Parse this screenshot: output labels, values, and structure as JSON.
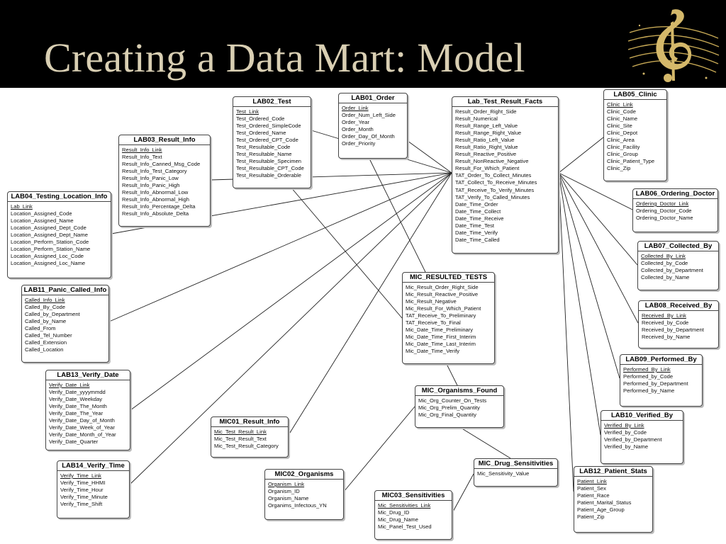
{
  "slide": {
    "title": "Creating a Data Mart: Model",
    "logo_icon": "treble-clef-snake-icon"
  },
  "colors": {
    "header_bg": "#000000",
    "title": "#d9cfb3",
    "logo": "#c7a955",
    "line": "#222222"
  },
  "tables": [
    {
      "id": "lab02",
      "name": "LAB02_Test",
      "fields": [
        "Test_Link",
        "Test_Ordered_Code",
        "Test_Ordered_SimpleCode",
        "Test_Ordered_Name",
        "Test_Ordered_CPT_Code",
        "Test_Resultable_Code",
        "Test_Resultable_Name",
        "Test_Resultable_Specimen",
        "Test_Resultable_CPT_Code",
        "Test_Resultable_Orderable"
      ]
    },
    {
      "id": "lab01",
      "name": "LAB01_Order",
      "fields": [
        "Order_Link",
        "Order_Num_Left_Side",
        "Order_Year",
        "Order_Month",
        "Order_Day_Of_Month",
        "Order_Priority"
      ]
    },
    {
      "id": "facts",
      "name": "Lab_Test_Result_Facts",
      "fields": [
        "Result_Order_Right_Side",
        "Result_Numerical",
        "Result_Range_Left_Value",
        "Result_Range_Right_Value",
        "Result_Ratio_Left_Value",
        "Result_Ratio_Right_Value",
        "Result_Reactive_Positive",
        "Result_NonReactive_Negative",
        "Result_For_Which_Patient",
        "TAT_Order_To_Collect_Minutes",
        "TAT_Collect_To_Receive_Minutes",
        "TAT_Receive_To_Verify_Minutes",
        "TAT_Verify_To_Called_Minutes",
        "Date_Time_Order",
        "Date_Time_Collect",
        "Date_Time_Receive",
        "Date_Time_Test",
        "Date_Time_Verify",
        "Date_Time_Called"
      ]
    },
    {
      "id": "lab05",
      "name": "LAB05_Clinic",
      "fields": [
        "Clinic_Link",
        "Clinic_Code",
        "Clinic_Name",
        "Clinic_Site",
        "Clinic_Depot",
        "Clinic_Area",
        "Clinic_Facility",
        "Clinic_Group",
        "Clinic_Patient_Type",
        "Clinic_Zip"
      ]
    },
    {
      "id": "lab03",
      "name": "LAB03_Result_Info",
      "fields": [
        "Result_Info_Link",
        "Result_Info_Text",
        "Result_Info_Canned_Msg_Code",
        "Result_Info_Test_Category",
        "Result_Info_Panic_Low",
        "Result_Info_Panic_High",
        "Result_Info_Abnormal_Low",
        "Result_Info_Abnormal_High",
        "Result_Info_Percentage_Delta",
        "Result_Info_Absolute_Delta"
      ]
    },
    {
      "id": "lab04",
      "name": "LAB04_Testing_Location_Info",
      "fields": [
        "Lab_Link",
        "Location_Assigned_Code",
        "Location_Assigned_Name",
        "Location_Assigned_Dept_Code",
        "Location_Assigned_Dept_Name",
        "Location_Perform_Station_Code",
        "Location_Perform_Station_Name",
        "Location_Assigned_Loc_Code",
        "Location_Assigned_Loc_Name"
      ]
    },
    {
      "id": "lab06",
      "name": "LAB06_Ordering_Doctor",
      "fields": [
        "Ordering_Doctor_Link",
        "Ordering_Doctor_Code",
        "Ordering_Doctor_Name"
      ]
    },
    {
      "id": "lab07",
      "name": "LAB07_Collected_By",
      "fields": [
        "Collected_By_Link",
        "Collected_by_Code",
        "Collected_by_Department",
        "Collected_by_Name"
      ]
    },
    {
      "id": "mic_results",
      "name": "MIC_RESULTED_TESTS",
      "fields": [
        "Mic_Result_Order_Right_Side",
        "Mic_Result_Reactive_Positive",
        "Mic_Result_Negative",
        "Mic_Result_For_Which_Patient",
        "TAT_Receive_To_Preliminary",
        "TAT_Receive_To_Final",
        "Mic_Date_Time_Preliminary",
        "Mic_Date_Time_First_Interim",
        "Mic_Date_Time_Last_Interim",
        "Mic_Date_Time_Verify"
      ]
    },
    {
      "id": "lab11",
      "name": "LAB11_Panic_Called_Info",
      "fields": [
        "Called_Info_Link",
        "Called_By_Code",
        "Called_by_Department",
        "Called_by_Name",
        "Called_From",
        "Called_Tel_Number",
        "Called_Extension",
        "Called_Location"
      ]
    },
    {
      "id": "lab08",
      "name": "LAB08_Received_By",
      "fields": [
        "Received_By_Link",
        "Received_by_Code",
        "Received_by_Department",
        "Received_by_Name"
      ]
    },
    {
      "id": "lab09",
      "name": "LAB09_Performed_By",
      "fields": [
        "Performed_By_Link",
        "Performed_by_Code",
        "Performed_by_Department",
        "Performed_by_Name"
      ]
    },
    {
      "id": "lab13",
      "name": "LAB13_Verify_Date",
      "fields": [
        "Verify_Date_Link",
        "Verify_Date_yyyymmdd",
        "Verify_Date_Weekday",
        "Verify_Date_The_Month",
        "Verify_Date_The_Year",
        "Verify_Date_Day_of_Month",
        "Verify_Date_Week_of_Year",
        "Verify_Date_Month_of_Year",
        "Verify_Date_Quarter"
      ]
    },
    {
      "id": "mic_org_found",
      "name": "MIC_Organisms_Found",
      "fields": [
        "Mic_Org_Counter_On_Tests",
        "Mic_Org_Prelim_Quantity",
        "Mic_Org_Final_Quantity"
      ]
    },
    {
      "id": "mic01",
      "name": "MIC01_Result_Info",
      "fields": [
        "Mic_Test_Result_Link",
        "Mic_Test_Result_Text",
        "Mic_Test_Result_Category"
      ]
    },
    {
      "id": "lab10",
      "name": "LAB10_Verified_By",
      "fields": [
        "Verified_By_Link",
        "Verified_by_Code",
        "Verified_by_Department",
        "Verified_by_Name"
      ]
    },
    {
      "id": "lab14",
      "name": "LAB14_Verify_Time",
      "fields": [
        "Verify_Time_Link",
        "Verify_Time_HHMI",
        "Verify_Time_Hour",
        "Verify_Time_Minute",
        "Verify_Time_Shift"
      ]
    },
    {
      "id": "mic02",
      "name": "MIC02_Organisms",
      "fields": [
        "Organism_Link",
        "Organism_ID",
        "Organism_Name",
        "Organims_Infectous_YN"
      ]
    },
    {
      "id": "mic_drug",
      "name": "MIC_Drug_Sensitivities",
      "fields": [
        "Mic_Sensitivity_Value"
      ]
    },
    {
      "id": "lab12",
      "name": "LAB12_Patient_Stats",
      "fields": [
        "Patient_Link",
        "Patient_Sex",
        "Patient_Race",
        "Patient_Marital_Status",
        "Patient_Age_Group",
        "Patient_Zip"
      ]
    },
    {
      "id": "mic03",
      "name": "MIC03_Sensitivities",
      "fields": [
        "Mic_Sensitivities_Link",
        "Mic_Drug_ID",
        "Mic_Drug_Name",
        "Mic_Panel_Test_Used"
      ]
    }
  ],
  "relationships": [
    [
      "facts",
      "lab05"
    ],
    [
      "facts",
      "lab06"
    ],
    [
      "facts",
      "lab07"
    ],
    [
      "facts",
      "lab08"
    ],
    [
      "facts",
      "lab09"
    ],
    [
      "facts",
      "lab10"
    ],
    [
      "facts",
      "lab12"
    ],
    [
      "facts",
      "lab01"
    ],
    [
      "facts",
      "lab02"
    ],
    [
      "facts",
      "lab03"
    ],
    [
      "facts",
      "lab04"
    ],
    [
      "facts",
      "lab11"
    ],
    [
      "facts",
      "lab13"
    ],
    [
      "facts",
      "lab14"
    ],
    [
      "facts",
      "mic01"
    ],
    [
      "lab01",
      "mic_results"
    ],
    [
      "lab02",
      "mic_results"
    ],
    [
      "mic_results",
      "mic_org_found"
    ],
    [
      "mic_org_found",
      "mic_drug"
    ],
    [
      "mic_org_found",
      "mic02"
    ],
    [
      "mic_drug",
      "mic03"
    ]
  ]
}
